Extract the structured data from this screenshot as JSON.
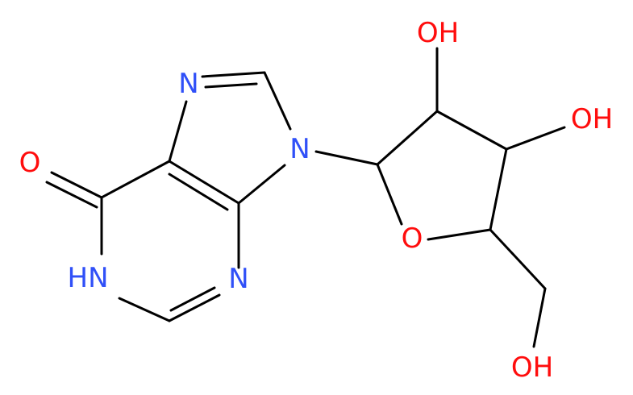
{
  "colors": {
    "bond": "#000000",
    "oxygen": "#ff0d0d",
    "nitrogen": "#3050f8",
    "background": "#ffffff"
  },
  "atoms": {
    "o_carbonyl": "O",
    "n1": "HN",
    "n3": "N",
    "n7": "N",
    "n9": "N",
    "o_ring": "O",
    "oh_2": "OH",
    "oh_3": "OH",
    "oh_5": "OH"
  }
}
